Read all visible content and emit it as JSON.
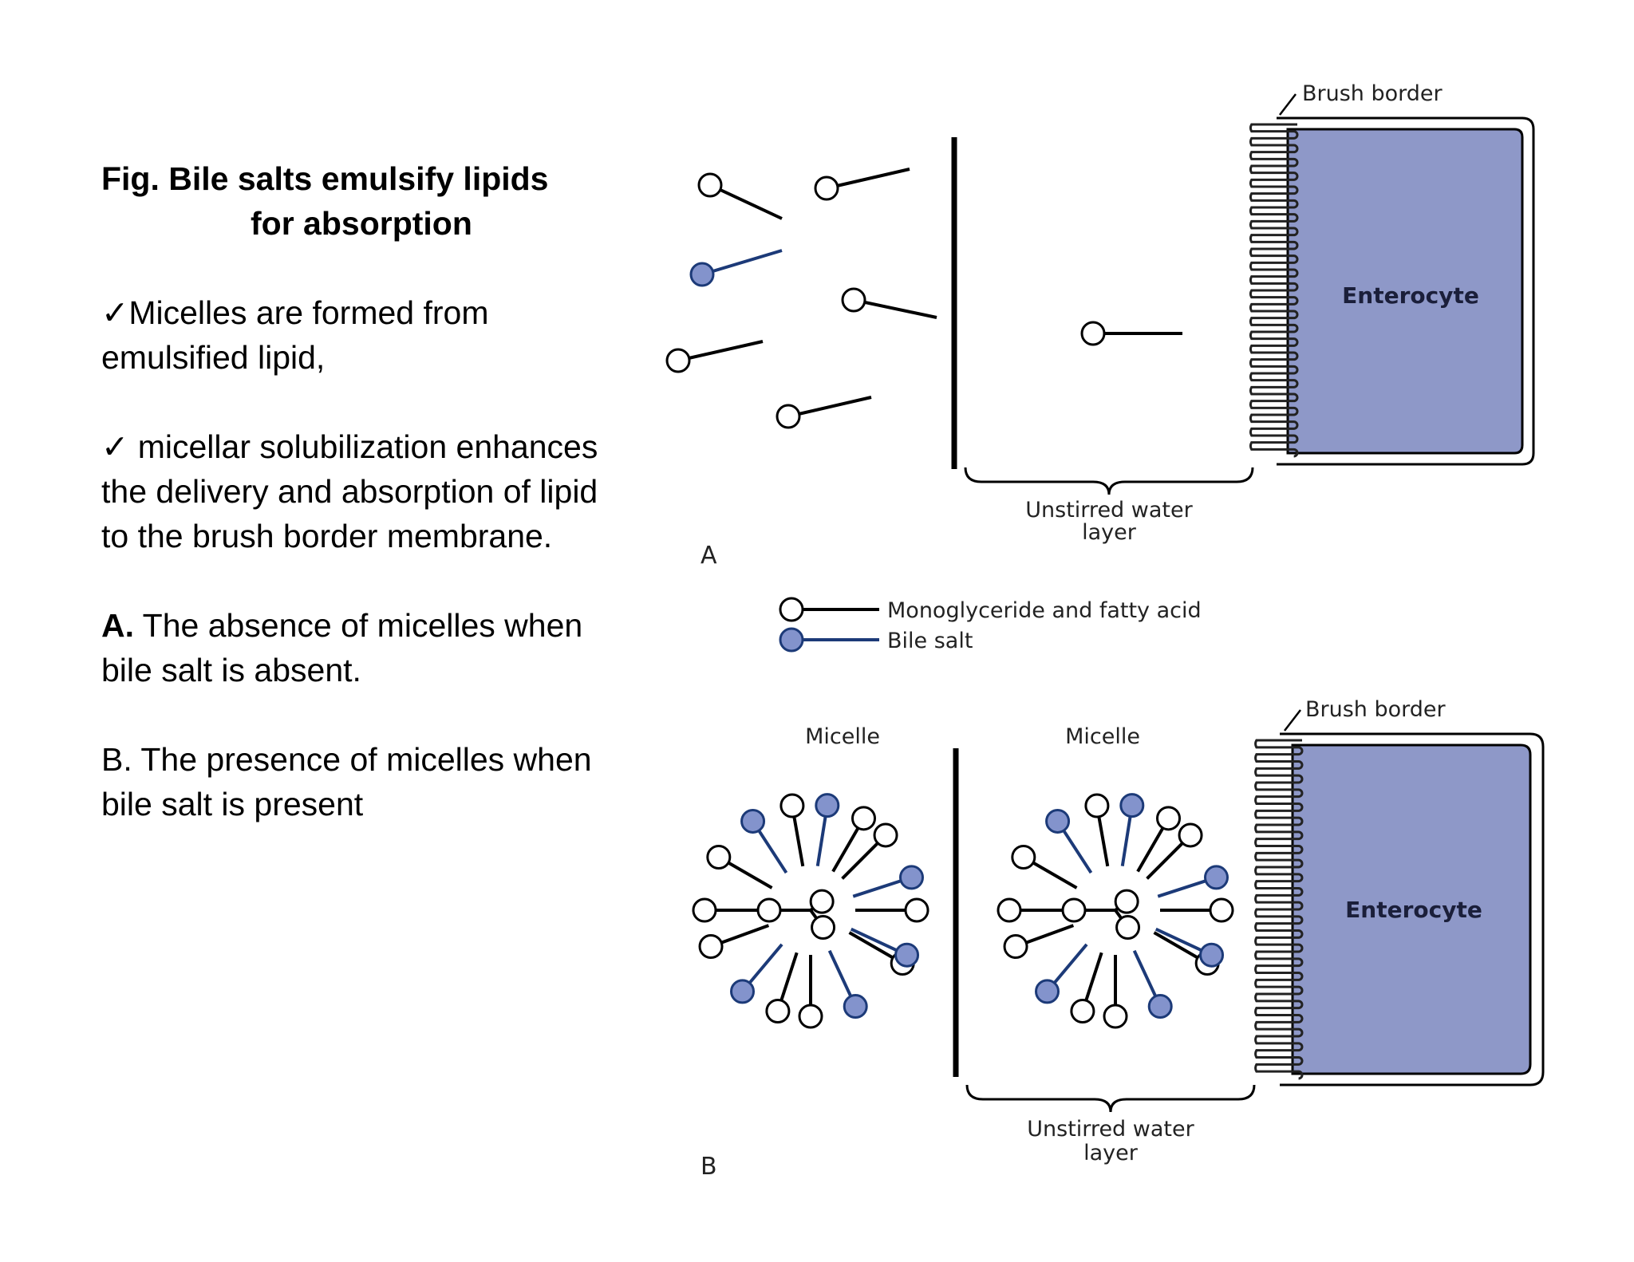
{
  "caption": {
    "title_line1": "Fig. Bile salts emulsify lipids",
    "title_line2": "for absorption",
    "p1_line1": "✓Micelles are formed from",
    "p1_line2": "emulsified lipid,",
    "p2_line1": "✓ micellar solubilization enhances",
    "p2_line2": "the delivery and absorption of lipid",
    "p2_line3": "to the brush border membrane.",
    "pA_label": "A.",
    "pA_line1": " The absence of micelles when",
    "pA_line2": "bile salt is absent.",
    "pB_line1": "B. The presence of micelles when",
    "pB_line2": "bile salt is present"
  },
  "diagram": {
    "panel_a": {
      "label": "A",
      "brush_border": "Brush border",
      "enterocyte": "Enterocyte",
      "unstirred_line1": "Unstirred water",
      "unstirred_line2": "layer"
    },
    "legend": {
      "monoglyceride": "Monoglyceride and fatty acid",
      "bile_salt": "Bile salt"
    },
    "panel_b": {
      "label": "B",
      "micelle_left": "Micelle",
      "micelle_right": "Micelle",
      "brush_border": "Brush border",
      "enterocyte": "Enterocyte",
      "unstirred_line1": "Unstirred water",
      "unstirred_line2": "layer"
    },
    "colors": {
      "enterocyte_fill": "#8e98c8",
      "bile_salt_fill": "#8393cc",
      "bile_salt_stroke": "#1c3a78",
      "lipid_stroke": "#000000"
    }
  }
}
